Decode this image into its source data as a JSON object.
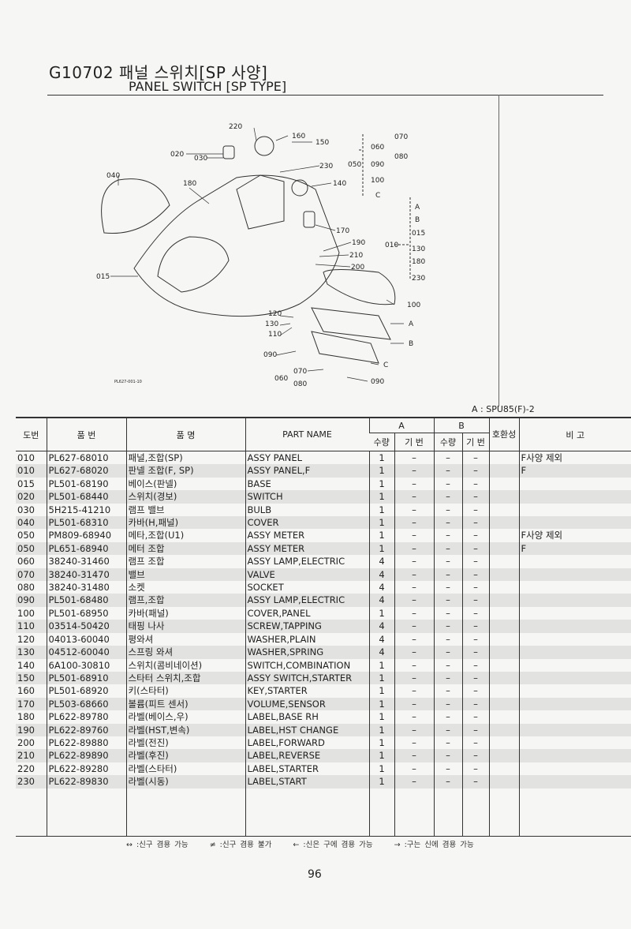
{
  "header": {
    "title_ko": "G10702 패널 스위치[SP 사양]",
    "title_en": "PANEL SWITCH [SP TYPE]"
  },
  "diagram": {
    "drawing_code": "PL627-001-10",
    "callouts": [
      "220",
      "160",
      "150",
      "020",
      "030",
      "230",
      "040",
      "180",
      "140",
      "050",
      "060",
      "070",
      "080",
      "090",
      "100",
      "C",
      "A",
      "B",
      "015",
      "010",
      "130",
      "180",
      "230",
      "170",
      "190",
      "210",
      "200",
      "015",
      "100",
      "120",
      "130",
      "110",
      "A",
      "B",
      "090",
      "C",
      "070",
      "060",
      "080",
      "090"
    ]
  },
  "model_note": "A : SPU85(F)-2",
  "table": {
    "headers": {
      "ref": "도번",
      "part_no": "품  번",
      "name_ko": "품       명",
      "part_name": "PART  NAME",
      "group_a": "A",
      "group_b": "B",
      "qty": "수량",
      "serial": "기 번",
      "compat": "호환성",
      "remarks": "비  고"
    },
    "rows": [
      [
        "010",
        "PL627-68010",
        "패널,조합(SP)",
        "ASSY PANEL",
        "1",
        "–",
        "–",
        "–",
        "",
        "F사양 제외"
      ],
      [
        "010",
        "PL627-68020",
        "판넬 조합(F, SP)",
        "ASSY PANEL,F",
        "1",
        "–",
        "–",
        "–",
        "",
        "F"
      ],
      [
        "015",
        "PL501-68190",
        "베이스(판넬)",
        "BASE",
        "1",
        "–",
        "–",
        "–",
        "",
        ""
      ],
      [
        "020",
        "PL501-68440",
        "스위치(경보)",
        "SWITCH",
        "1",
        "–",
        "–",
        "–",
        "",
        ""
      ],
      [
        "030",
        "5H215-41210",
        "램프 밸브",
        "BULB",
        "1",
        "–",
        "–",
        "–",
        "",
        ""
      ],
      [
        "040",
        "PL501-68310",
        "카바(H,패널)",
        "COVER",
        "1",
        "–",
        "–",
        "–",
        "",
        ""
      ],
      [
        "050",
        "PM809-68940",
        "메타,조합(U1)",
        "ASSY METER",
        "1",
        "–",
        "–",
        "–",
        "",
        "F사양 제외"
      ],
      [
        "050",
        "PL651-68940",
        "메터 조합",
        "ASSY METER",
        "1",
        "–",
        "–",
        "–",
        "",
        "F"
      ],
      [
        "060",
        "38240-31460",
        "램프 조합",
        "ASSY LAMP,ELECTRIC",
        "4",
        "–",
        "–",
        "–",
        "",
        ""
      ],
      [
        "070",
        "38240-31470",
        "밸브",
        "VALVE",
        "4",
        "–",
        "–",
        "–",
        "",
        ""
      ],
      [
        "080",
        "38240-31480",
        "소켓",
        "SOCKET",
        "4",
        "–",
        "–",
        "–",
        "",
        ""
      ],
      [
        "090",
        "PL501-68480",
        "램프,조합",
        "ASSY LAMP,ELECTRIC",
        "4",
        "–",
        "–",
        "–",
        "",
        ""
      ],
      [
        "100",
        "PL501-68950",
        "카바(패널)",
        "COVER,PANEL",
        "1",
        "–",
        "–",
        "–",
        "",
        ""
      ],
      [
        "110",
        "03514-50420",
        "태핑 나사",
        "SCREW,TAPPING",
        "4",
        "–",
        "–",
        "–",
        "",
        ""
      ],
      [
        "120",
        "04013-60040",
        "평와셔",
        "WASHER,PLAIN",
        "4",
        "–",
        "–",
        "–",
        "",
        ""
      ],
      [
        "130",
        "04512-60040",
        "스프링 와셔",
        "WASHER,SPRING",
        "4",
        "–",
        "–",
        "–",
        "",
        ""
      ],
      [
        "140",
        "6A100-30810",
        "스위치(콤비네이션)",
        "SWITCH,COMBINATION",
        "1",
        "–",
        "–",
        "–",
        "",
        ""
      ],
      [
        "150",
        "PL501-68910",
        "스타터 스위치,조합",
        "ASSY SWITCH,STARTER",
        "1",
        "–",
        "–",
        "–",
        "",
        ""
      ],
      [
        "160",
        "PL501-68920",
        "키(스타터)",
        "KEY,STARTER",
        "1",
        "–",
        "–",
        "–",
        "",
        ""
      ],
      [
        "170",
        "PL503-68660",
        "볼륨(피트 센서)",
        "VOLUME,SENSOR",
        "1",
        "–",
        "–",
        "–",
        "",
        ""
      ],
      [
        "180",
        "PL622-89780",
        "라벨(베이스,우)",
        "LABEL,BASE RH",
        "1",
        "–",
        "–",
        "–",
        "",
        ""
      ],
      [
        "190",
        "PL622-89760",
        "라벨(HST,변속)",
        "LABEL,HST CHANGE",
        "1",
        "–",
        "–",
        "–",
        "",
        ""
      ],
      [
        "200",
        "PL622-89880",
        "라벨(전진)",
        "LABEL,FORWARD",
        "1",
        "–",
        "–",
        "–",
        "",
        ""
      ],
      [
        "210",
        "PL622-89890",
        "라벨(후진)",
        "LABEL,REVERSE",
        "1",
        "–",
        "–",
        "–",
        "",
        ""
      ],
      [
        "220",
        "PL622-89280",
        "라벨(스타터)",
        "LABEL,STARTER",
        "1",
        "–",
        "–",
        "–",
        "",
        ""
      ],
      [
        "230",
        "PL622-89830",
        "라벨(시동)",
        "LABEL,START",
        "1",
        "–",
        "–",
        "–",
        "",
        ""
      ]
    ]
  },
  "legend": [
    "↔ :신구 겸용 가능",
    "≠ :신구 겸용 불가",
    "← :신은 구에 겸용 가능",
    "→ :구는 신에 겸용 가능"
  ],
  "page_number": "96"
}
